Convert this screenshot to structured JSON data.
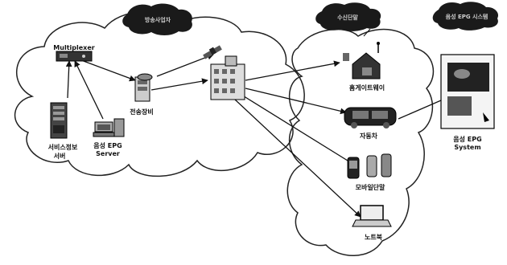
{
  "bubbles": {
    "left_bubble": "방송사업자",
    "middle_bubble": "수신단말",
    "right_bubble": "음성 EPG 시스템"
  },
  "labels": {
    "multiplexer": "Multiplexer",
    "transmission": "전송장비",
    "service_info_line1": "서비스정보",
    "service_info_line2": "서버",
    "epg_server_line1": "음성 EPG",
    "epg_server_line2": "Server",
    "home_gateway": "홈게이트웨이",
    "car": "자동차",
    "mobile": "모바일단말",
    "notebook": "노트북",
    "epg_system_line1": "음성 EPG",
    "epg_system_line2": "System"
  },
  "icons": [
    "multiplexer-icon",
    "server-tower-icon",
    "epg-workstation-icon",
    "transmitter-icon",
    "satellite-icon",
    "broadcast-building-icon",
    "home-gateway-icon",
    "car-icon",
    "mobile-phones-icon",
    "notebook-icon",
    "epg-system-screen-icon"
  ],
  "colors": {
    "bubble_fill": "#1a1a1a",
    "bubble_text": "#cccccc",
    "line": "#111111",
    "cloud_stroke": "#222222"
  }
}
